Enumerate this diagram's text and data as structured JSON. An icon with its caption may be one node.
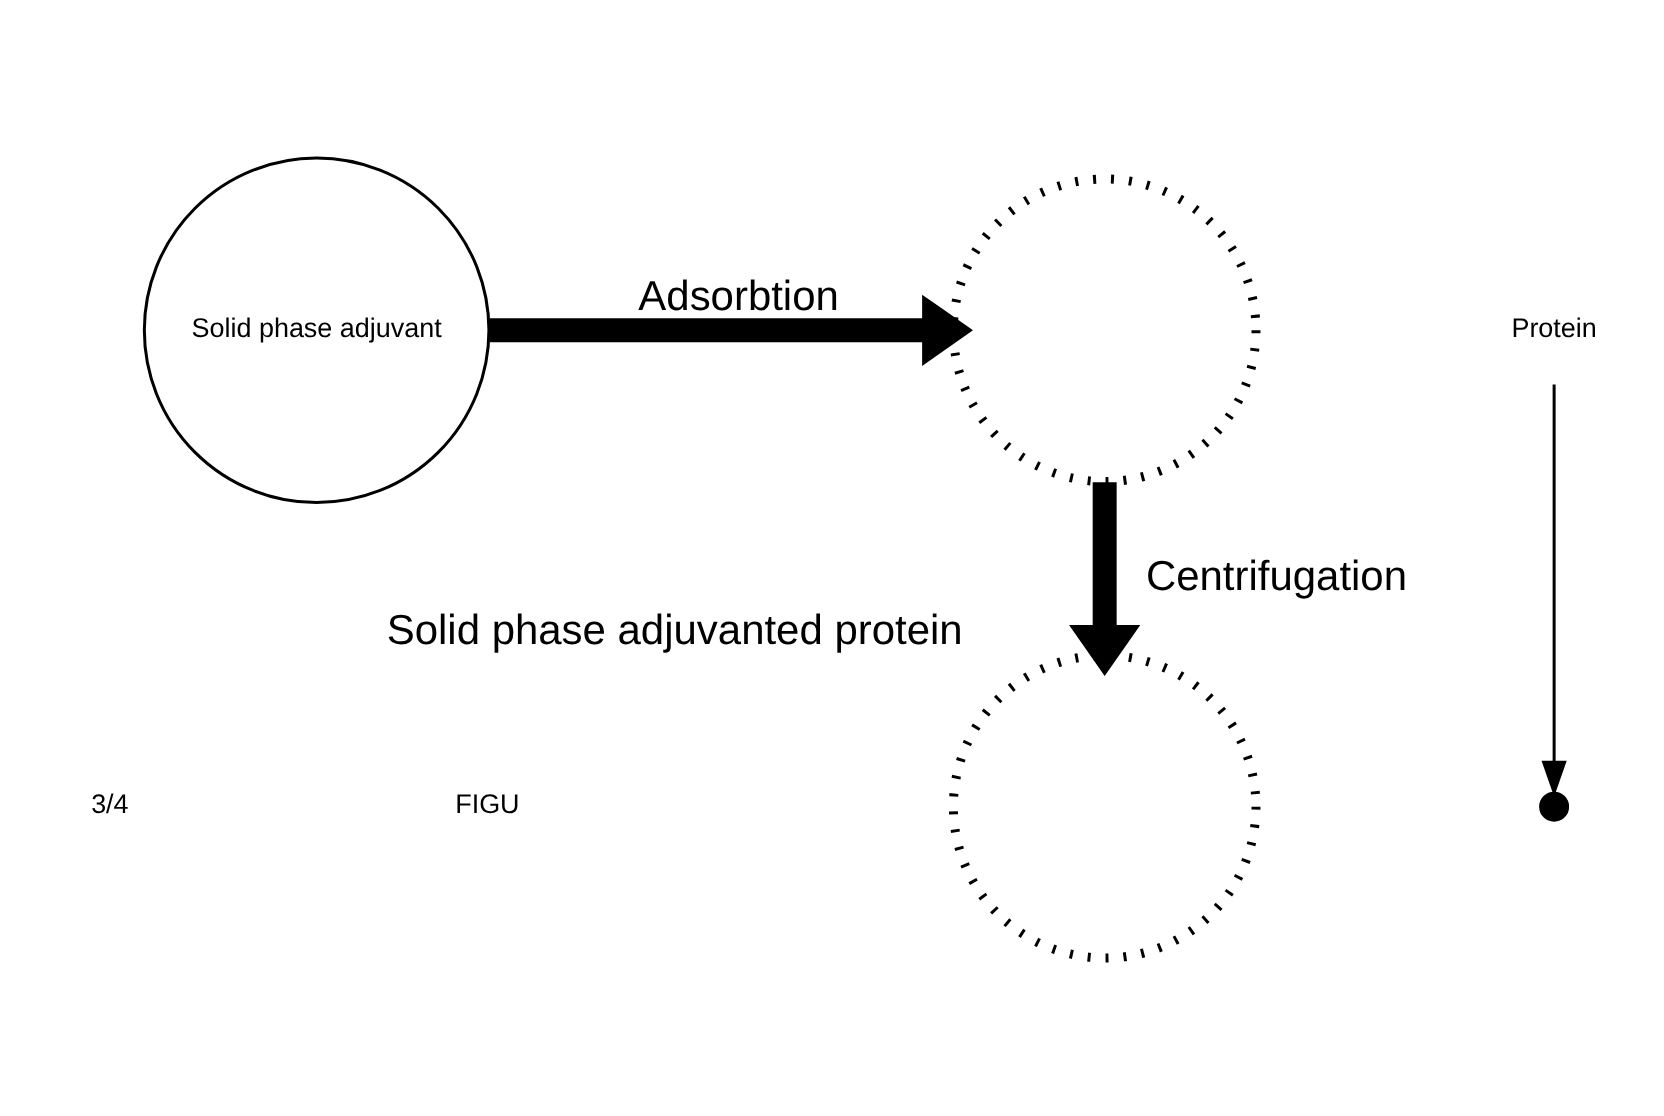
{
  "diagram": {
    "nodes": [
      {
        "text": [
          "Solid phase adjuvant"
        ]
      },
      {
        "text": [
          "Protein"
        ]
      },
      {
        "text": [],
        "shape": "circle"
      },
      {
        "text": [],
        "shape": "circle"
      },
      {
        "text": [],
        "shape": "circle",
        "beside": [
          "Solid phase adjuvanted protein"
        ]
      }
    ],
    "edges": [
      {
        "from": 1,
        "to": 2,
        "arrow": "to"
      },
      {
        "from": 0,
        "to": 3,
        "arrow": "to",
        "label": "Adsorbtion"
      },
      {
        "from": 3,
        "to": 4,
        "arrow": "to",
        "label": "Centrifugation"
      }
    ],
    "labels": [
      "3/4",
      "FIGU"
    ]
  }
}
